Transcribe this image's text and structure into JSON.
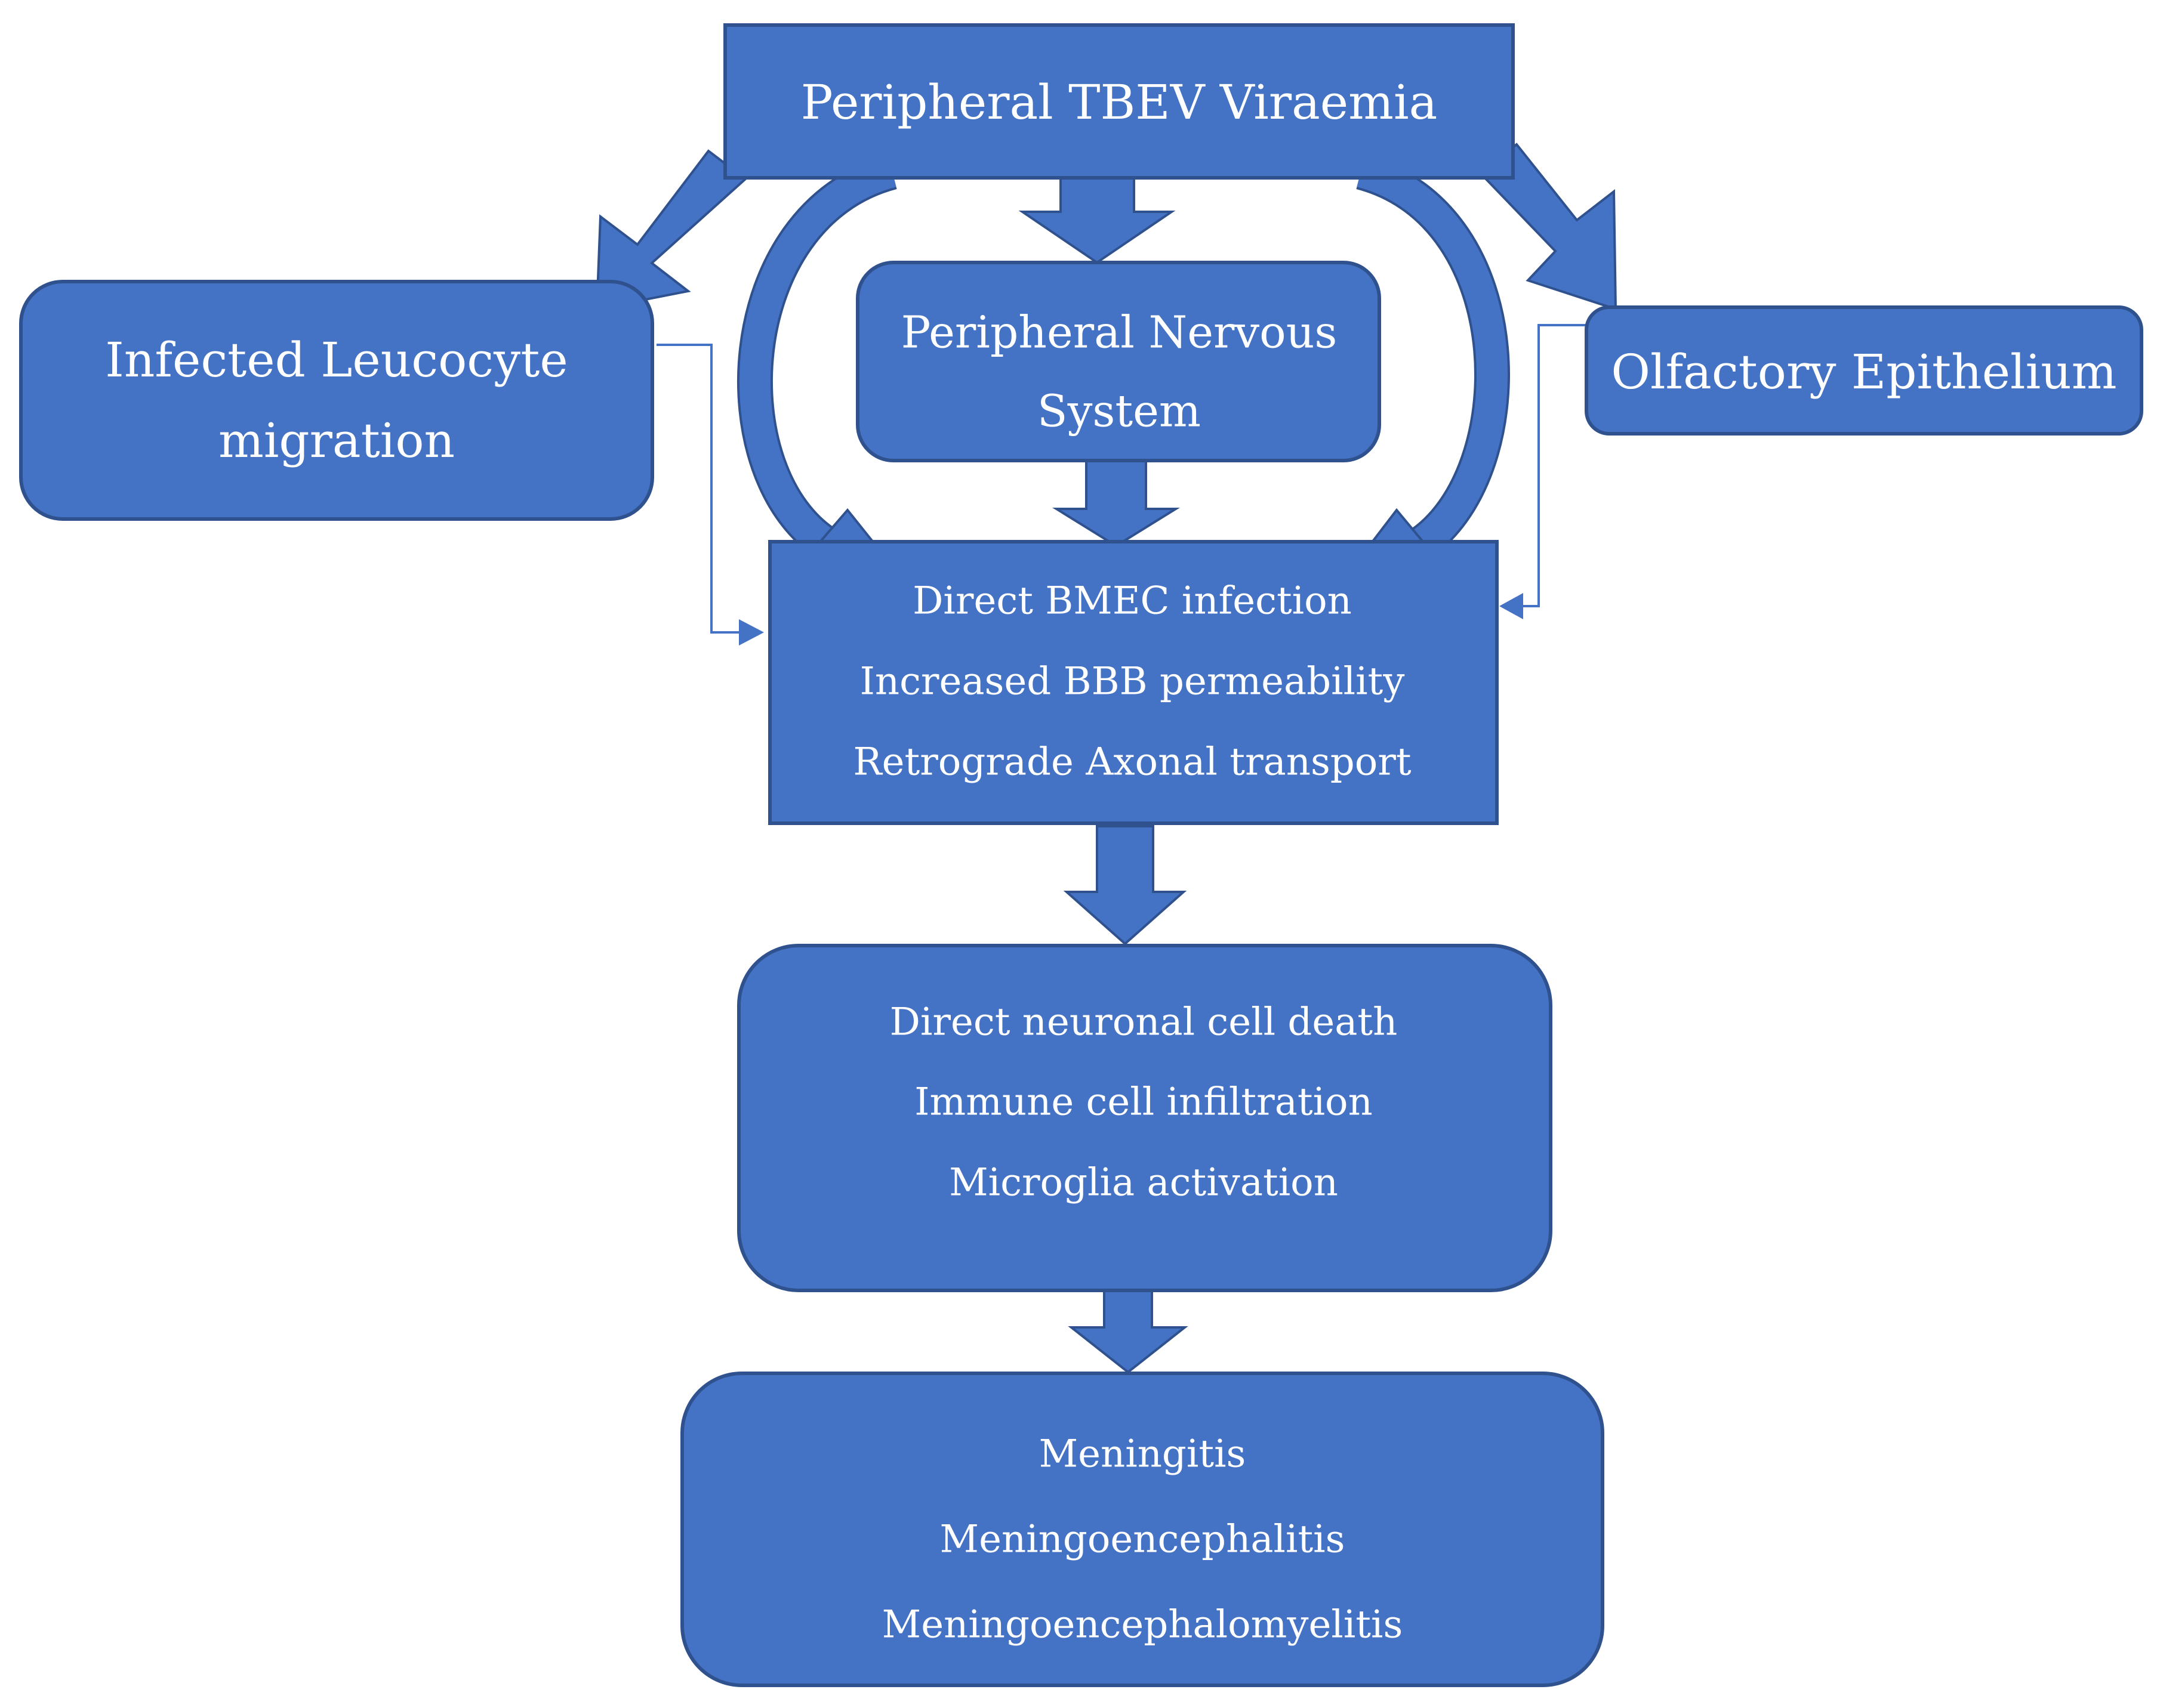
{
  "colors": {
    "fill": "#4472C4",
    "stroke": "#2F528F",
    "text": "#FFFFFF",
    "background": "#FFFFFF"
  },
  "nodes": {
    "viraemia": {
      "label": "Peripheral TBEV Viraemia"
    },
    "leucocyte": {
      "lines": [
        "Infected Leucocyte",
        "migration"
      ]
    },
    "pns": {
      "lines": [
        "Peripheral Nervous",
        "System"
      ]
    },
    "olfactory": {
      "label": "Olfactory Epithelium"
    },
    "entry": {
      "lines": [
        "Direct BMEC infection",
        "Increased BBB permeability",
        "Retrograde Axonal transport"
      ]
    },
    "damage": {
      "lines": [
        "Direct neuronal cell death",
        "Immune cell infiltration",
        "Microglia activation"
      ]
    },
    "outcome": {
      "lines": [
        "Meningitis",
        "Meningoencephalitis",
        "Meningoencephalomyelitis"
      ]
    }
  },
  "edges": [
    {
      "from": "viraemia",
      "to": "leucocyte",
      "style": "block-arrow"
    },
    {
      "from": "viraemia",
      "to": "pns",
      "style": "block-arrow"
    },
    {
      "from": "viraemia",
      "to": "olfactory",
      "style": "block-arrow"
    },
    {
      "from": "viraemia",
      "to": "entry",
      "style": "curved-arrow"
    },
    {
      "from": "viraemia",
      "to": "entry",
      "style": "curved-arrow"
    },
    {
      "from": "pns",
      "to": "entry",
      "style": "block-arrow"
    },
    {
      "from": "leucocyte",
      "to": "entry",
      "style": "thin-elbow-arrow"
    },
    {
      "from": "olfactory",
      "to": "entry",
      "style": "thin-elbow-arrow"
    },
    {
      "from": "entry",
      "to": "damage",
      "style": "block-arrow"
    },
    {
      "from": "damage",
      "to": "outcome",
      "style": "block-arrow"
    }
  ]
}
